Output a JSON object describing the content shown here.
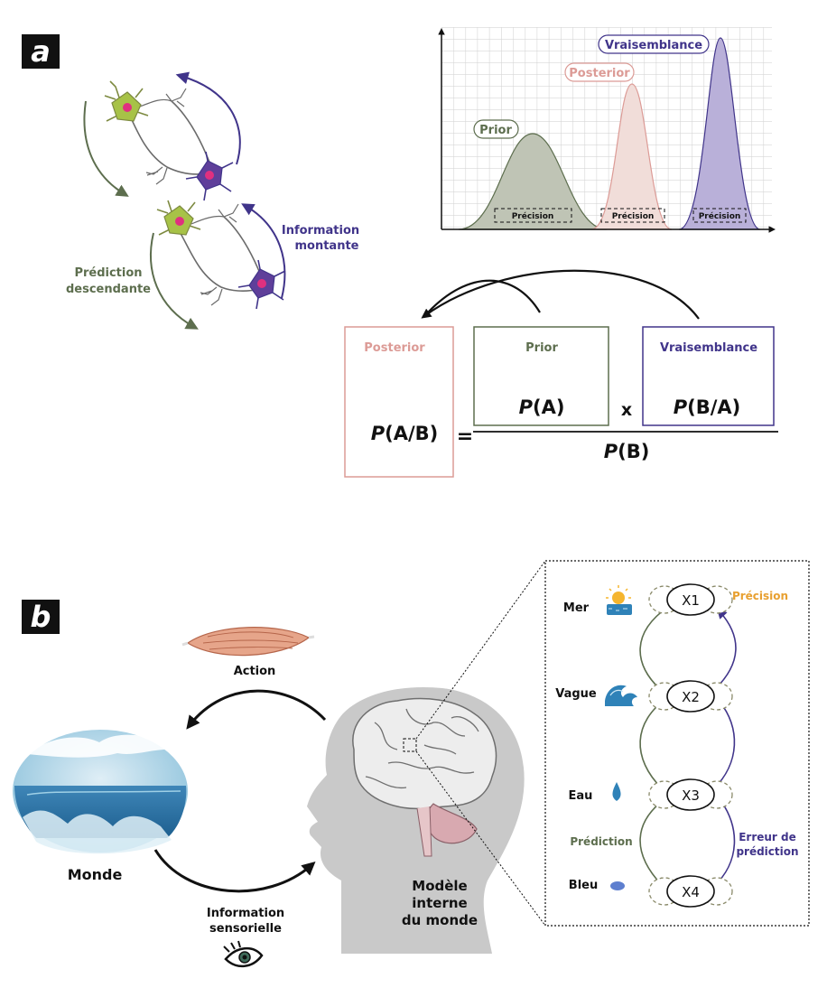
{
  "panel_a": {
    "letter": "a",
    "prediction_label": [
      "Prédiction",
      "descendante"
    ],
    "information_label": [
      "Information",
      "montante"
    ],
    "chart": {
      "curve_labels": [
        "Prior",
        "Posterior",
        "Vraisemblance"
      ],
      "precision_label": "Précision"
    },
    "formula": {
      "posterior_title": "Posterior",
      "prior_title": "Prior",
      "likelihood_title": "Vraisemblance",
      "lhs_p": "P",
      "lhs_arg": "(A/B)",
      "equals": "=",
      "prior_p": "P",
      "prior_arg": "(A)",
      "times": "x",
      "like_p": "P",
      "like_arg": "(B/A)",
      "denom_p": "P",
      "denom_arg": "(B)"
    }
  },
  "panel_b": {
    "letter": "b",
    "action_label": "Action",
    "world_label": "Monde",
    "sensory_label": [
      "Information",
      "sensorielle"
    ],
    "model_label": [
      "Modèle",
      "interne",
      "du monde"
    ],
    "hierarchy": {
      "levels": [
        {
          "label": "Mer",
          "node": "X1",
          "icon": "sun-over-sea-icon"
        },
        {
          "label": "Vague",
          "node": "X2",
          "icon": "wave-icon"
        },
        {
          "label": "Eau",
          "node": "X3",
          "icon": "water-drop-icon"
        },
        {
          "label": "Bleu",
          "node": "X4",
          "icon": "blue-ellipse-icon"
        }
      ],
      "precision_label": "Précision",
      "prediction_label": "Prédiction",
      "error_label": [
        "Erreur de",
        "prédiction"
      ]
    }
  },
  "colors": {
    "green": "#5d6e4e",
    "pink": "#dc9b96",
    "purple": "#40348a",
    "orange": "#e8a030",
    "prior_fill": "#bfc4b5",
    "posterior_fill": "#f1ddd9",
    "likelihood_fill": "#b9b0d9"
  }
}
